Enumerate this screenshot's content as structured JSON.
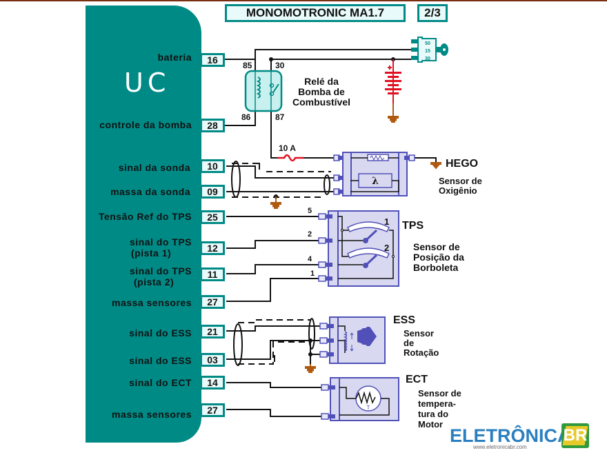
{
  "header": {
    "title": "MONOMOTRONIC MA1.7",
    "page": "2/3"
  },
  "ecu": {
    "label": "UC",
    "pins": [
      {
        "label": "bateria",
        "pin": "16"
      },
      {
        "label": "controle da bomba",
        "pin": "28"
      },
      {
        "label": "sinal da sonda",
        "pin": "10"
      },
      {
        "label": "massa da sonda",
        "pin": "09"
      },
      {
        "label": "Tensão Ref do TPS",
        "pin": "25"
      },
      {
        "label": "sinal do TPS\n(pista 1)",
        "label_line1": "sinal do TPS",
        "label_line2": "(pista 1)",
        "pin": "12"
      },
      {
        "label": "sinal do TPS\n(pista 2)",
        "label_line1": "sinal do TPS",
        "label_line2": "(pista 2)",
        "pin": "11"
      },
      {
        "label": "massa sensores",
        "pin": "27"
      },
      {
        "label": "sinal do ESS",
        "pin": "21"
      },
      {
        "label": "sinal do ESS",
        "pin": "03"
      },
      {
        "label": "sinal do ECT",
        "pin": "14"
      },
      {
        "label": "massa sensores",
        "pin": "27"
      }
    ]
  },
  "ignition_switch": {
    "terminals": [
      "50",
      "15",
      "30"
    ]
  },
  "relay": {
    "line1": "Relé da",
    "line2": "Bomba de",
    "line3": "Combustível",
    "terminals": {
      "t85": "85",
      "t30": "30",
      "t86": "86",
      "t87": "87"
    }
  },
  "fuse": {
    "label": "10 A"
  },
  "hego": {
    "code": "HEGO",
    "line1": "Sensor de",
    "line2": "Oxigênio",
    "symbol": "λ"
  },
  "tps": {
    "code": "TPS",
    "line1": "Sensor de",
    "line2": "Posição da",
    "line3": "Borboleta",
    "pin_numbers": [
      "5",
      "2",
      "4",
      "1"
    ],
    "track_labels": [
      "1",
      "2"
    ]
  },
  "ess": {
    "code": "ESS",
    "line1": "Sensor",
    "line2": "de",
    "line3": "Rotação"
  },
  "ect": {
    "code": "ECT",
    "line1": "Sensor de",
    "line2": "tempera-",
    "line3": "tura do",
    "line4": "Motor",
    "symbol": "T"
  },
  "logo": {
    "main": "ELETRÔNICA",
    "br": "BR",
    "url": "www.eletronicabr.com"
  },
  "colors": {
    "teal": "#008a86",
    "sensor_fill": "#d8d8f0",
    "sensor_stroke": "#5050b8",
    "battery": "#e01020",
    "ground": "#b05a10"
  }
}
